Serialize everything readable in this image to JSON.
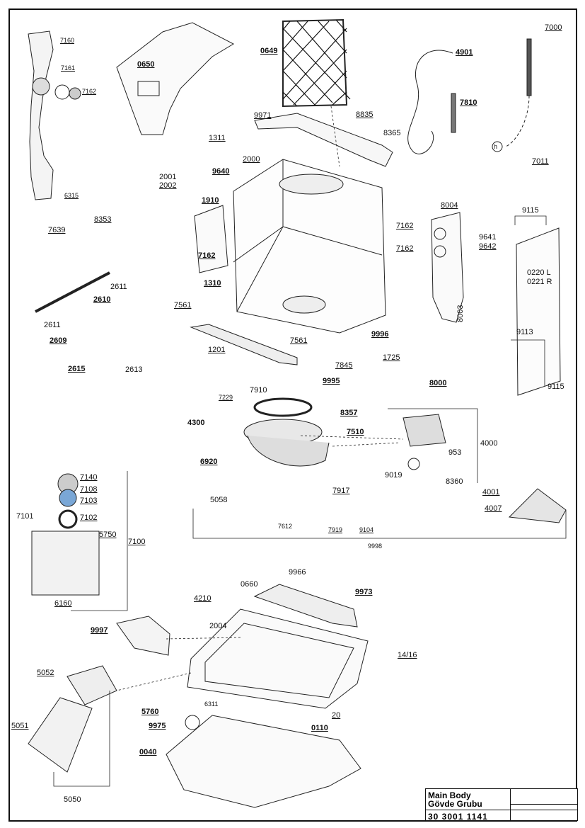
{
  "title_block": {
    "line1": "Main Body",
    "line2": "Gövde Grubu",
    "code": "30 3001 1141"
  },
  "parts": {
    "p7160": "7160",
    "p7161": "7161",
    "p7162a": "7162",
    "p6315": "6315",
    "p0650": "0650",
    "p0649": "0649",
    "p4901": "4901",
    "p7000": "7000",
    "p7810": "7810",
    "p8835": "8835",
    "p8365": "8365",
    "p9971": "9971",
    "p1311": "1311",
    "p2000": "2000",
    "p9640": "9640",
    "p2001": "2001",
    "p2002": "2002",
    "p1910": "1910",
    "p7162b": "7162",
    "p1310": "1310",
    "p7011": "7011",
    "p8004": "8004",
    "p7162c": "7162",
    "p7162d": "7162",
    "p9115a": "9115",
    "p9641": "9641",
    "p9642": "9642",
    "p0220": "0220 L",
    "p0221": "0221 R",
    "p9113": "9113",
    "p9115b": "9115",
    "p8003": "8003",
    "p9996": "9996",
    "p7639": "7639",
    "p8353": "8353",
    "p2611a": "2611",
    "p2610": "2610",
    "p2611b": "2611",
    "p2609": "2609",
    "p2615": "2615",
    "p2613": "2613",
    "p7561a": "7561",
    "p1201": "1201",
    "p7561b": "7561",
    "p7845": "7845",
    "p1725": "1725",
    "p8000": "8000",
    "p9995": "9995",
    "p7229": "7229",
    "p7910": "7910",
    "p8357": "8357",
    "p4300": "4300",
    "p7510": "7510",
    "p4000": "4000",
    "p953": "953",
    "p9019": "9019",
    "p8360": "8360",
    "p6920": "6920",
    "p7917": "7917",
    "p5058": "5058",
    "p4001": "4001",
    "p4007": "4007",
    "p7612": "7612",
    "p7919": "7919",
    "p9104": "9104",
    "p9998": "9998",
    "p7140": "7140",
    "p7108": "7108",
    "p7103": "7103",
    "p7101": "7101",
    "p7102": "7102",
    "p5750": "5750",
    "p7100": "7100",
    "p6160": "6160",
    "p0660": "0660",
    "p9966": "9966",
    "p9973": "9973",
    "p4210": "4210",
    "p2004": "2004",
    "p9997": "9997",
    "p5052": "5052",
    "p1416": "14/16",
    "p5760": "5760",
    "p6311": "6311",
    "p20": "20",
    "p9975": "9975",
    "p0110": "0110",
    "p5051": "5051",
    "p0040": "0040",
    "p5050": "5050",
    "pH": "h"
  }
}
